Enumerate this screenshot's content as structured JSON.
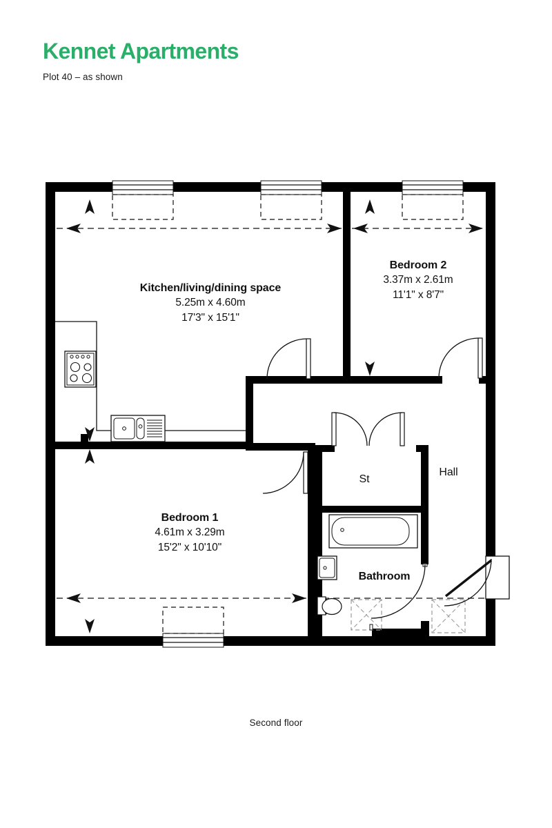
{
  "header": {
    "title": "Kennet Apartments",
    "subtitle": "Plot 40 – as shown",
    "title_color": "#2BAE69"
  },
  "footer": {
    "caption": "Second floor"
  },
  "plan": {
    "wall_color": "#000000",
    "fixture_line_color": "#111111",
    "dimension_line_color": "#111111",
    "rooms": [
      {
        "key": "kitchen",
        "name": "Kitchen/living/dining space",
        "dim_metric": "5.25m x 4.60m",
        "dim_imperial": "17'3\" x 15'1\""
      },
      {
        "key": "bedroom2",
        "name": "Bedroom 2",
        "dim_metric": "3.37m x 2.61m",
        "dim_imperial": "11'1\" x 8'7\""
      },
      {
        "key": "bedroom1",
        "name": "Bedroom 1",
        "dim_metric": "4.61m x 3.29m",
        "dim_imperial": "15'2\" x 10'10\""
      },
      {
        "key": "store",
        "name": "St",
        "dim_metric": "",
        "dim_imperial": ""
      },
      {
        "key": "hall",
        "name": "Hall",
        "dim_metric": "",
        "dim_imperial": ""
      },
      {
        "key": "bathroom",
        "name": "Bathroom",
        "dim_metric": "",
        "dim_imperial": ""
      }
    ],
    "fixtures": [
      "cooker-hob",
      "kitchen-sink-with-drainer",
      "bath",
      "washbasin",
      "toilet",
      "window-kitchen-left",
      "window-kitchen-right",
      "window-bedroom2",
      "window-bedroom1",
      "door-kitchen-to-hall",
      "door-bedroom2",
      "door-bedroom1",
      "door-store-left",
      "door-store-right",
      "door-bathroom",
      "front-door"
    ]
  }
}
